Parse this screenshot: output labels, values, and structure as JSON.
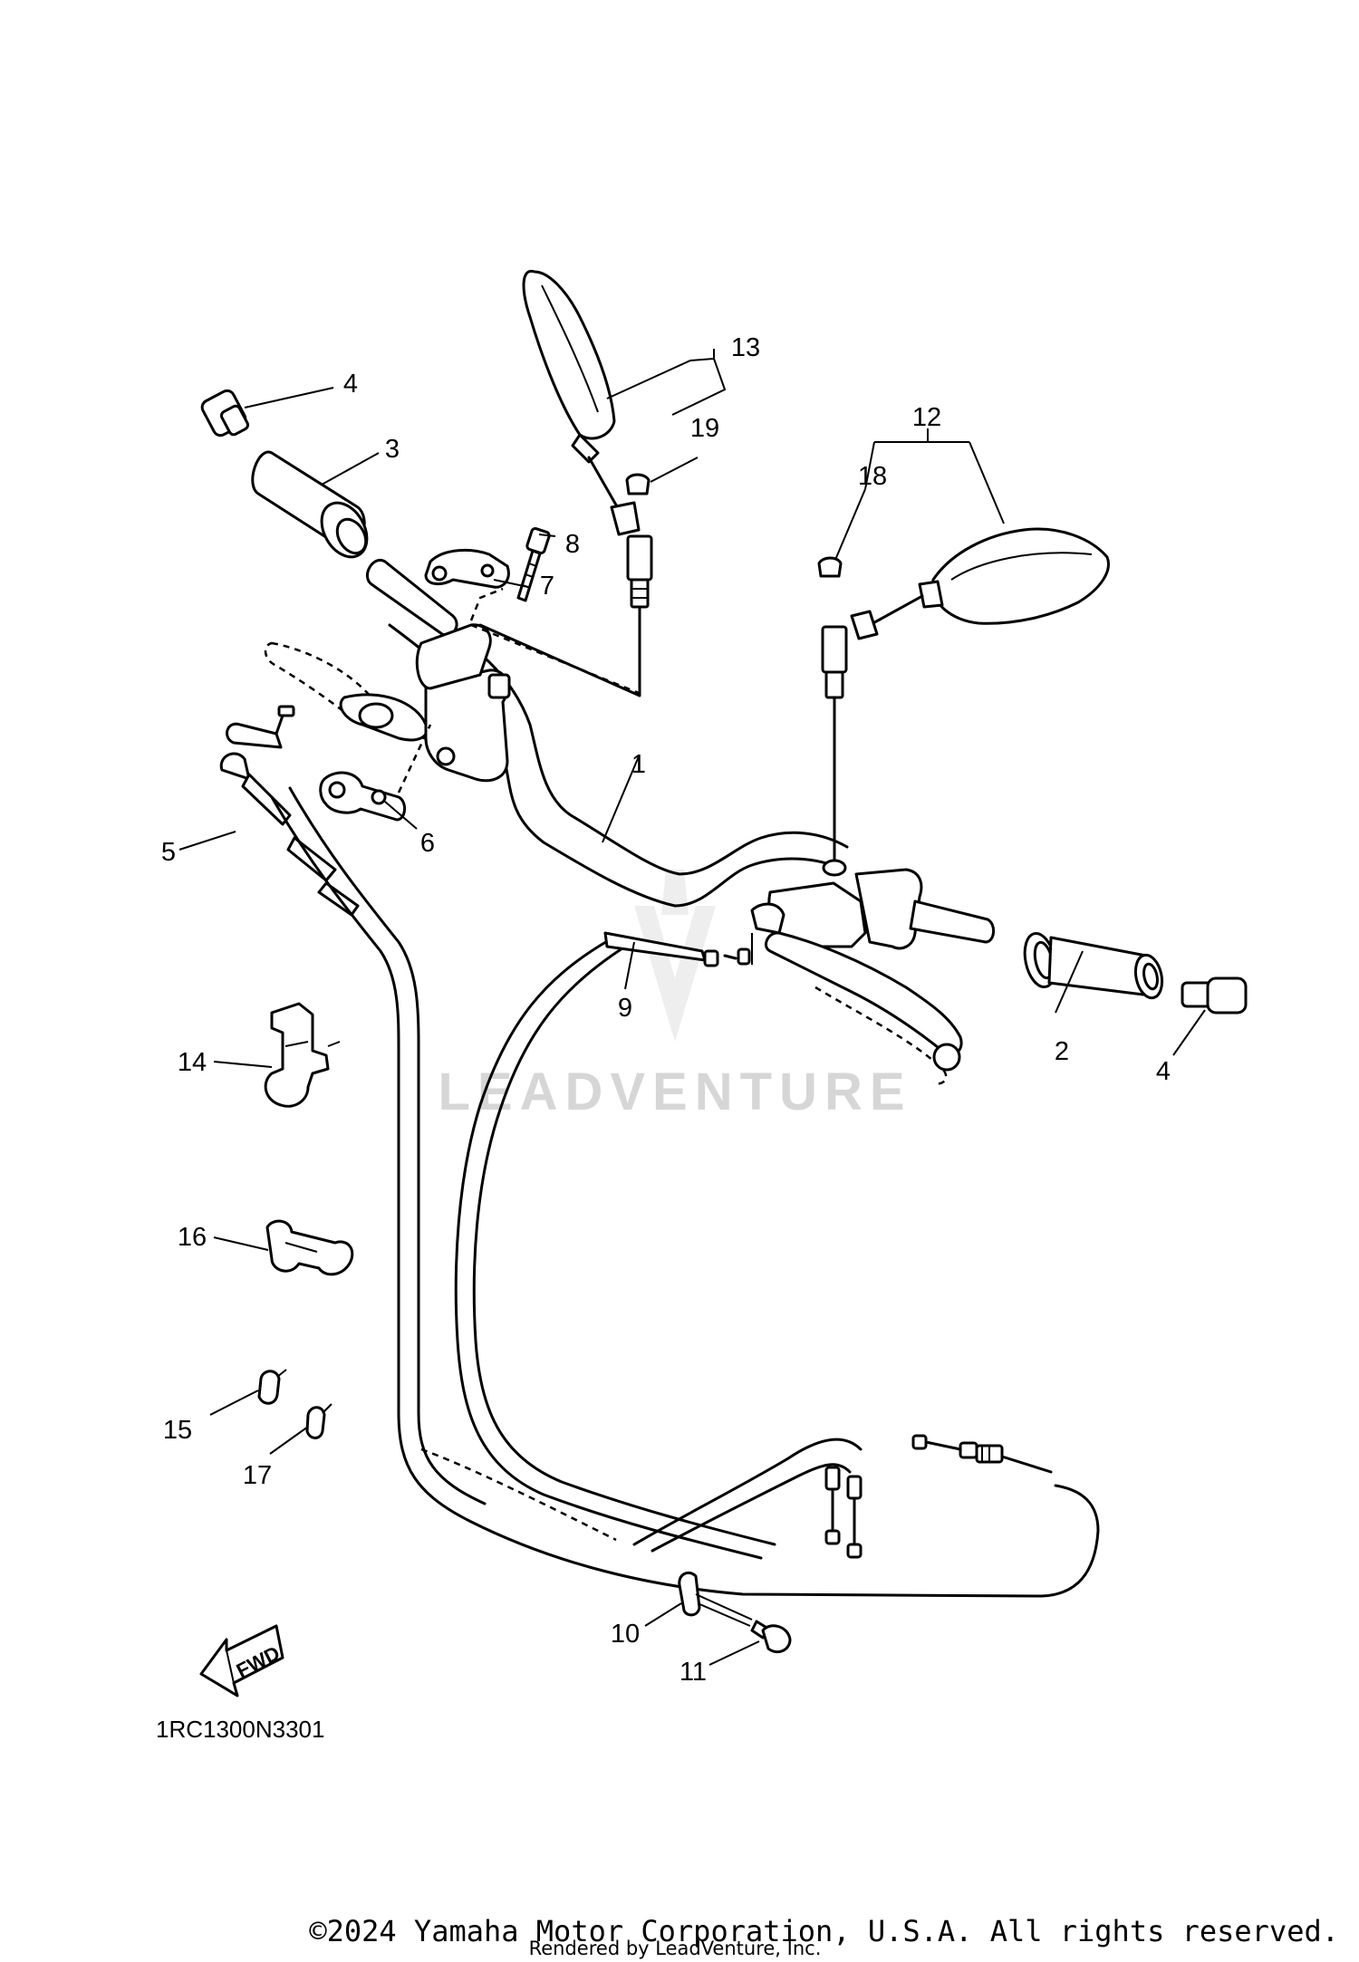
{
  "diagram": {
    "callouts": [
      {
        "id": "c1",
        "text": "1"
      },
      {
        "id": "c2",
        "text": "2"
      },
      {
        "id": "c3",
        "text": "3"
      },
      {
        "id": "c4a",
        "text": "4"
      },
      {
        "id": "c4b",
        "text": "4"
      },
      {
        "id": "c5",
        "text": "5"
      },
      {
        "id": "c6",
        "text": "6"
      },
      {
        "id": "c7",
        "text": "7"
      },
      {
        "id": "c8",
        "text": "8"
      },
      {
        "id": "c9",
        "text": "9"
      },
      {
        "id": "c10",
        "text": "10"
      },
      {
        "id": "c11",
        "text": "11"
      },
      {
        "id": "c12",
        "text": "12"
      },
      {
        "id": "c13",
        "text": "13"
      },
      {
        "id": "c14",
        "text": "14"
      },
      {
        "id": "c15",
        "text": "15"
      },
      {
        "id": "c16",
        "text": "16"
      },
      {
        "id": "c17",
        "text": "17"
      },
      {
        "id": "c18",
        "text": "18"
      },
      {
        "id": "c19",
        "text": "19"
      }
    ],
    "fwd_label": "FWD",
    "diagram_code": "1RC1300N3301",
    "watermark": "LEADVENTURE"
  },
  "footer": {
    "copyright": "©2024 Yamaha Motor Corporation, U.S.A. All rights reserved.",
    "rendered_by": "Rendered by LeadVenture, Inc."
  }
}
